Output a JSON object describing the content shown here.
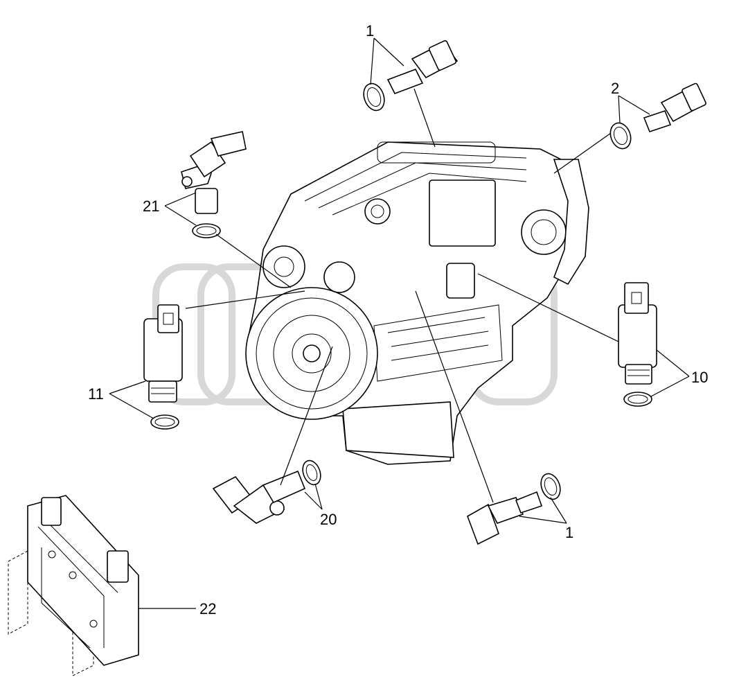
{
  "callouts": {
    "c1_top": "1",
    "c2": "2",
    "c21": "21",
    "c11": "11",
    "c10": "10",
    "c20": "20",
    "c1_bottom": "1",
    "c22": "22"
  },
  "colors": {
    "line": "#000000",
    "watermark": "#d8d8d8",
    "background": "#ffffff"
  }
}
